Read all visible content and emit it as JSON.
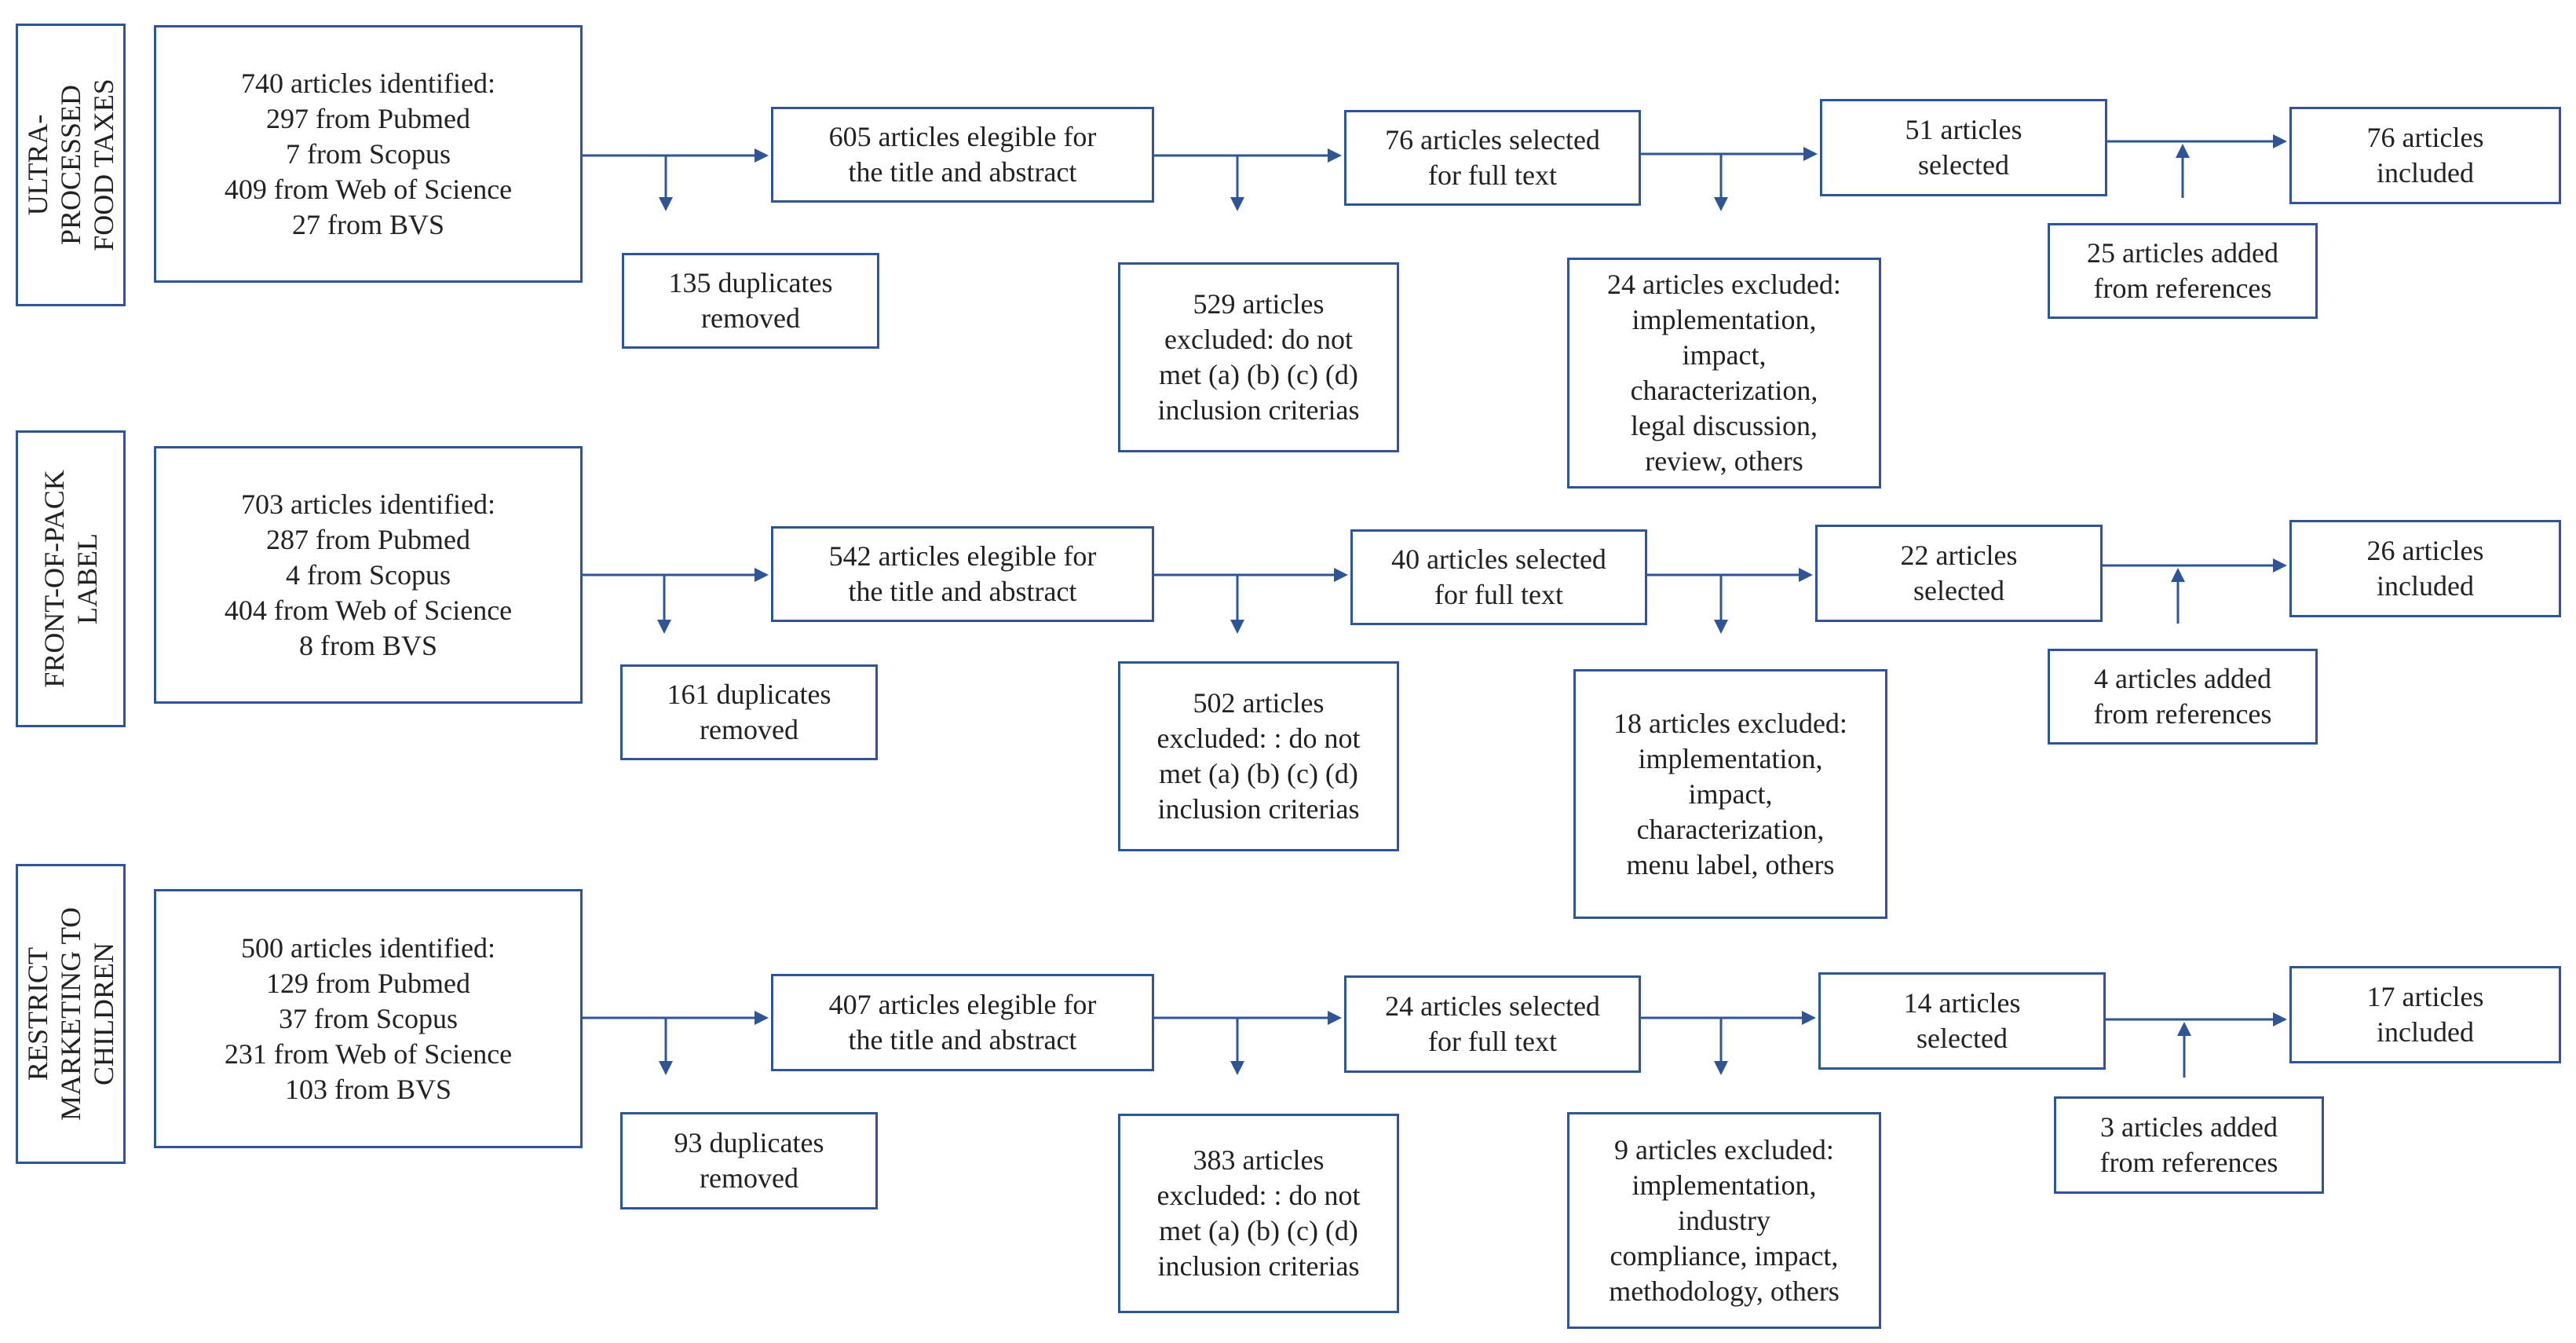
{
  "colors": {
    "border": "#2F5597",
    "arrow": "#2F5597",
    "text": "#222222"
  },
  "rows": [
    {
      "side_label": [
        "ULTRA-",
        "PROCESSED",
        "FOOD TAXES"
      ],
      "identified": [
        "740 articles identified:",
        "297 from Pubmed",
        "7 from Scopus",
        "409 from Web of Science",
        "27 from BVS"
      ],
      "duplicates": [
        "135 duplicates",
        "removed"
      ],
      "eligible": [
        "605 articles elegible for",
        "the title and abstract"
      ],
      "excluded_abstract": [
        "529 articles",
        "excluded: do not",
        "met (a) (b) (c) (d)",
        "inclusion criterias"
      ],
      "full_text": [
        "76 articles selected",
        "for full text"
      ],
      "excluded_full": [
        "24 articles excluded:",
        "implementation,",
        "impact,",
        "characterization,",
        "legal discussion,",
        "review, others"
      ],
      "selected": [
        "51 articles",
        "selected"
      ],
      "added": [
        "25 articles added",
        "from references"
      ],
      "included": [
        "76 articles",
        "included"
      ]
    },
    {
      "side_label": [
        "FRONT-OF-PACK",
        "LABEL"
      ],
      "identified": [
        "703 articles identified:",
        "287 from Pubmed",
        "4 from Scopus",
        "404 from Web of Science",
        "8 from BVS"
      ],
      "duplicates": [
        "161 duplicates",
        "removed"
      ],
      "eligible": [
        "542 articles elegible for",
        "the title and abstract"
      ],
      "excluded_abstract": [
        "502 articles",
        "excluded: : do not",
        "met (a) (b) (c) (d)",
        "inclusion criterias"
      ],
      "full_text": [
        "40 articles selected",
        "for full text"
      ],
      "excluded_full": [
        "18 articles excluded:",
        "implementation,",
        "impact,",
        "characterization,",
        "menu label, others"
      ],
      "selected": [
        "22 articles",
        "selected"
      ],
      "added": [
        "4 articles added",
        "from references"
      ],
      "included": [
        "26 articles",
        "included"
      ]
    },
    {
      "side_label": [
        "RESTRICT",
        "MARKETING TO",
        "CHILDREN"
      ],
      "identified": [
        "500 articles identified:",
        "129 from Pubmed",
        "37 from Scopus",
        "231 from Web of Science",
        "103 from BVS"
      ],
      "duplicates": [
        "93 duplicates",
        "removed"
      ],
      "eligible": [
        "407 articles elegible for",
        "the title and abstract"
      ],
      "excluded_abstract": [
        "383 articles",
        "excluded: : do not",
        "met (a) (b) (c) (d)",
        "inclusion criterias"
      ],
      "full_text": [
        "24 articles selected",
        "for full text"
      ],
      "excluded_full": [
        "9 articles excluded:",
        "implementation,",
        "industry",
        "compliance, impact,",
        "methodology, others"
      ],
      "selected": [
        "14 articles",
        "selected"
      ],
      "added": [
        "3 articles added",
        "from references"
      ],
      "included": [
        "17 articles",
        "included"
      ]
    }
  ]
}
